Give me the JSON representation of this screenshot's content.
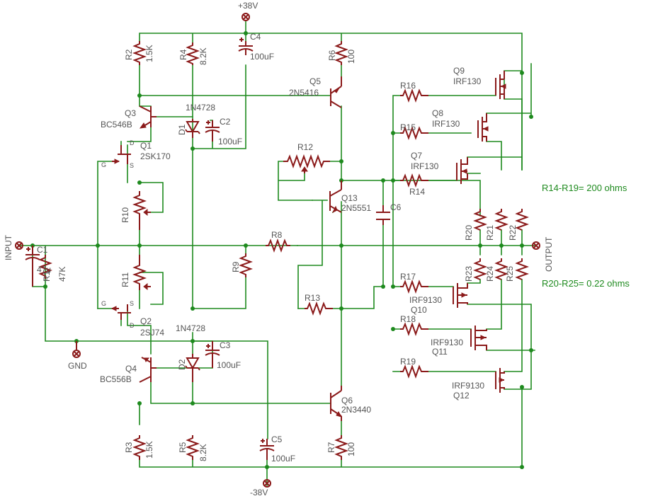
{
  "supplies": {
    "pos": "+38V",
    "neg": "-38V",
    "gnd": "GND"
  },
  "ports": {
    "input": "INPUT",
    "output": "OUTPUT"
  },
  "notes": {
    "r14_r19": "R14-R19= 200 ohms",
    "r20_r25": "R20-R25= 0.22 ohms"
  },
  "components": {
    "r1": {
      "ref": "R1",
      "val": "47K"
    },
    "c1": {
      "ref": "C1",
      "val": "47u"
    },
    "r2": {
      "ref": "R2",
      "val": "1.5K"
    },
    "r3": {
      "ref": "R3",
      "val": "1.5K"
    },
    "r4": {
      "ref": "R4",
      "val": "8.2K"
    },
    "r5": {
      "ref": "R5",
      "val": "8.2K"
    },
    "r6": {
      "ref": "R6",
      "val": "100"
    },
    "r7": {
      "ref": "R7",
      "val": "100"
    },
    "r8": {
      "ref": "R8"
    },
    "r9": {
      "ref": "R9"
    },
    "r10": {
      "ref": "R10"
    },
    "r11": {
      "ref": "R11"
    },
    "r12": {
      "ref": "R12"
    },
    "r13": {
      "ref": "R13"
    },
    "r14": {
      "ref": "R14"
    },
    "r15": {
      "ref": "R15"
    },
    "r16": {
      "ref": "R16"
    },
    "r17": {
      "ref": "R17"
    },
    "r18": {
      "ref": "R18"
    },
    "r19": {
      "ref": "R19"
    },
    "r20": {
      "ref": "R20"
    },
    "r21": {
      "ref": "R21"
    },
    "r22": {
      "ref": "R22"
    },
    "r23": {
      "ref": "R23"
    },
    "r24": {
      "ref": "R24"
    },
    "r25": {
      "ref": "R25"
    },
    "c2": {
      "ref": "C2",
      "val": "100uF"
    },
    "c3": {
      "ref": "C3",
      "val": "100uF"
    },
    "c4": {
      "ref": "C4",
      "val": "100uF"
    },
    "c5": {
      "ref": "C5",
      "val": "100uF"
    },
    "c6": {
      "ref": "C6"
    },
    "d1": {
      "ref": "D1",
      "val": "1N4728"
    },
    "d2": {
      "ref": "D2",
      "val": "1N4728"
    },
    "q1": {
      "ref": "Q1",
      "val": "2SK170"
    },
    "q2": {
      "ref": "Q2",
      "val": "2SJ74"
    },
    "q3": {
      "ref": "Q3",
      "val": "BC546B"
    },
    "q4": {
      "ref": "Q4",
      "val": "BC556B"
    },
    "q5": {
      "ref": "Q5",
      "val": "2N5416"
    },
    "q6": {
      "ref": "Q6",
      "val": "2N3440"
    },
    "q7": {
      "ref": "Q7",
      "val": "IRF130"
    },
    "q8": {
      "ref": "Q8",
      "val": "IRF130"
    },
    "q9": {
      "ref": "Q9",
      "val": "IRF130"
    },
    "q10": {
      "ref": "Q10",
      "val": "IRF9130"
    },
    "q11": {
      "ref": "Q11",
      "val": "IRF9130"
    },
    "q12": {
      "ref": "Q12",
      "val": "IRF9130"
    },
    "q13": {
      "ref": "Q13",
      "val": "2N5551"
    }
  },
  "pins": {
    "g": "G",
    "d": "D",
    "s": "S"
  }
}
